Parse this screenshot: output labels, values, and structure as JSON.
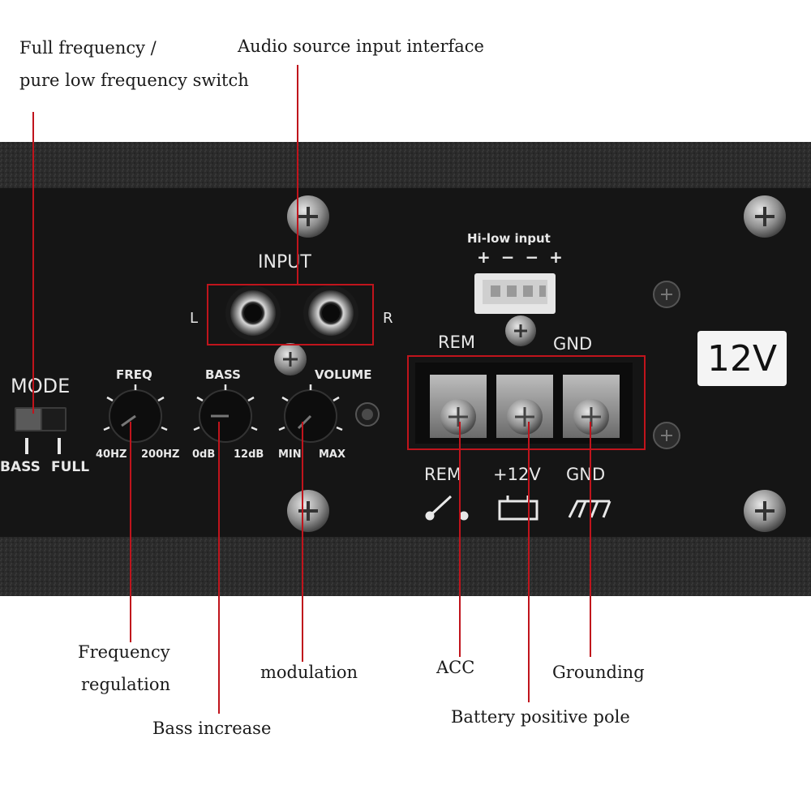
{
  "annotations": {
    "switch_line1": "Full frequency /",
    "switch_line2": "pure low frequency switch",
    "audio_input": "Audio source input interface",
    "freq_line1": "Frequency",
    "freq_line2": "regulation",
    "bass_increase": "Bass increase",
    "modulation": "modulation",
    "acc": "ACC",
    "battery": "Battery positive pole",
    "grounding": "Grounding"
  },
  "panel": {
    "input_title": "INPUT",
    "left_channel": "L",
    "right_channel": "R",
    "hilow_title": "Hi-low input",
    "hilow_polarity": "+ − − +",
    "mode_title": "MODE",
    "mode_bass": "BASS",
    "mode_full": "FULL",
    "freq_title": "FREQ",
    "freq_min": "40HZ",
    "freq_max": "200HZ",
    "bass_title": "BASS",
    "bass_min": "0dB",
    "bass_max": "12dB",
    "volume_title": "VOLUME",
    "volume_min": "MIN",
    "volume_max": "MAX",
    "terminal_rem": "REM",
    "terminal_gnd": "GND",
    "label_rem": "REM",
    "label_12v": "+12V",
    "label_gnd": "GND",
    "voltage_badge": "12V"
  },
  "colors": {
    "annotation_red": "#c0141c",
    "panel_black": "#151515",
    "felt": "#2a2a2a"
  }
}
